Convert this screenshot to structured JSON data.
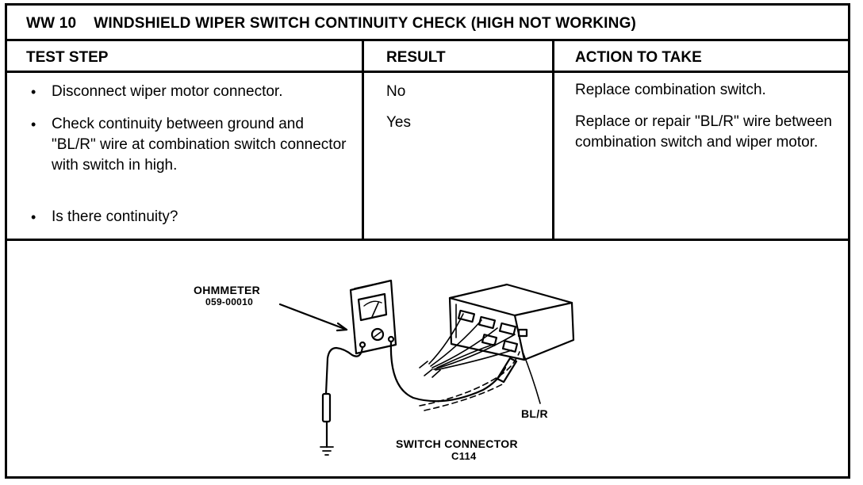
{
  "title": {
    "code": "WW 10",
    "text": "WINDSHIELD WIPER SWITCH CONTINUITY CHECK (HIGH NOT WORKING)"
  },
  "columns": {
    "test_step": "TEST STEP",
    "result": "RESULT",
    "action": "ACTION TO TAKE"
  },
  "steps": [
    "Disconnect wiper motor connector.",
    "Check continuity between ground and \"BL/R\" wire at combination switch connector with switch in high.",
    "Is there continuity?"
  ],
  "results": [
    "No",
    "Yes"
  ],
  "actions": [
    "Replace combination switch.",
    "Replace or repair \"BL/R\" wire between combination switch and wiper motor."
  ],
  "illustration": {
    "ohmmeter_label": "OHMMETER",
    "ohmmeter_part": "059-00010",
    "wire_label": "BL/R",
    "connector_label": "SWITCH CONNECTOR",
    "connector_id": "C114"
  }
}
